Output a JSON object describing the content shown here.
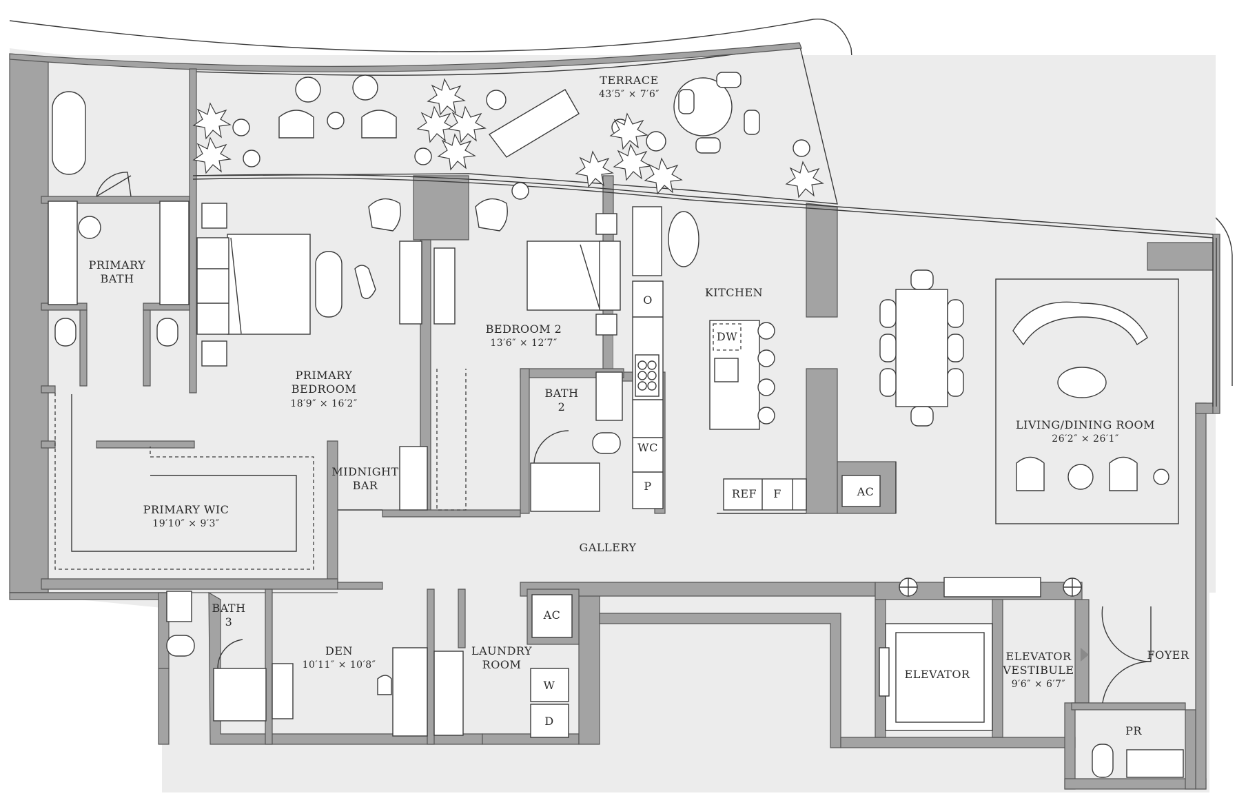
{
  "rooms": {
    "terrace": {
      "name": "TERRACE",
      "dim": "43′5″ × 7′6″"
    },
    "primary_bath": {
      "line1": "PRIMARY",
      "line2": "BATH"
    },
    "primary_bedroom": {
      "line1": "PRIMARY",
      "line2": "BEDROOM",
      "dim": "18′9″ × 16′2″"
    },
    "bedroom2": {
      "name": "BEDROOM 2",
      "dim": "13′6″ × 12′7″"
    },
    "bath2": {
      "line1": "BATH",
      "line2": "2"
    },
    "kitchen": {
      "name": "KITCHEN"
    },
    "living_dining": {
      "name": "LIVING/DINING ROOM",
      "dim": "26′2″ × 26′1″"
    },
    "midnight_bar": {
      "line1": "MIDNIGHT",
      "line2": "BAR"
    },
    "primary_wic": {
      "name": "PRIMARY WIC",
      "dim": "19′10″ × 9′3″"
    },
    "gallery": {
      "name": "GALLERY"
    },
    "bath3": {
      "line1": "BATH",
      "line2": "3"
    },
    "den": {
      "name": "DEN",
      "dim": "10′11″ × 10′8″"
    },
    "laundry": {
      "line1": "LAUNDRY",
      "line2": "ROOM"
    },
    "elevator": {
      "name": "ELEVATOR"
    },
    "elevator_vestibule": {
      "line1": "ELEVATOR",
      "line2": "VESTIBULE",
      "dim": "9′6″ × 6′7″"
    },
    "foyer": {
      "name": "FOYER"
    },
    "powder_room": {
      "name": "PR"
    }
  },
  "fixtures": {
    "oven": "O",
    "water_closet": "WC",
    "pantry": "P",
    "dishwasher": "DW",
    "refrigerator": "REF",
    "freezer": "F",
    "ac_kitchen": "AC",
    "ac_laundry": "AC",
    "washer": "W",
    "dryer": "D"
  },
  "colors": {
    "wall": "#a3a3a3",
    "floor": "#ececec",
    "line": "#3a3a3a"
  }
}
